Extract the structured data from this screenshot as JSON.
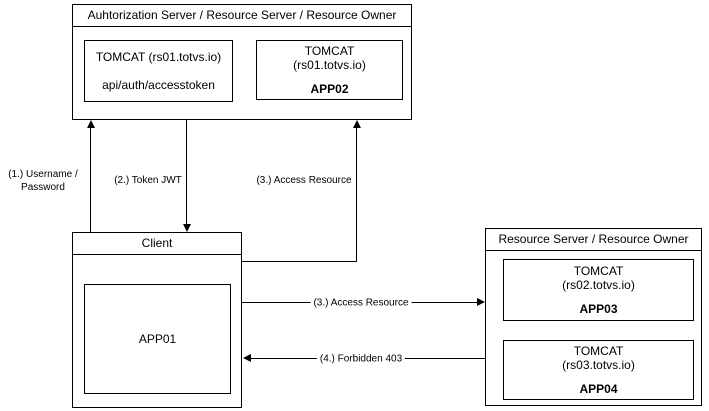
{
  "colors": {
    "stroke": "#000000",
    "text": "#000000",
    "background": "#ffffff"
  },
  "auth_server": {
    "title": "Auhtorization Server / Resource Server / Resource Owner",
    "token_box": {
      "line1": "TOMCAT (rs01.totvs.io)",
      "line2": "api/auth/accesstoken"
    },
    "app02_box": {
      "line1": "TOMCAT",
      "line2": "(rs01.totvs.io)",
      "app": "APP02"
    }
  },
  "client": {
    "title": "Client",
    "app01_box": {
      "app": "APP01"
    }
  },
  "resource_server": {
    "title": "Resource Server / Resource Owner",
    "app03_box": {
      "line1": "TOMCAT",
      "line2": "(rs02.totvs.io)",
      "app": "APP03"
    },
    "app04_box": {
      "line1": "TOMCAT",
      "line2": "(rs03.totvs.io)",
      "app": "APP04"
    }
  },
  "flows": {
    "step1": {
      "line1": "(1.) Username /",
      "line2": "Password"
    },
    "step2": {
      "label": "(2.) Token JWT"
    },
    "step3_auth": {
      "label": "(3.) Access Resource"
    },
    "step3_resource": {
      "label": "(3.) Access Resource"
    },
    "step4": {
      "label": "(4.) Forbidden 403"
    }
  }
}
